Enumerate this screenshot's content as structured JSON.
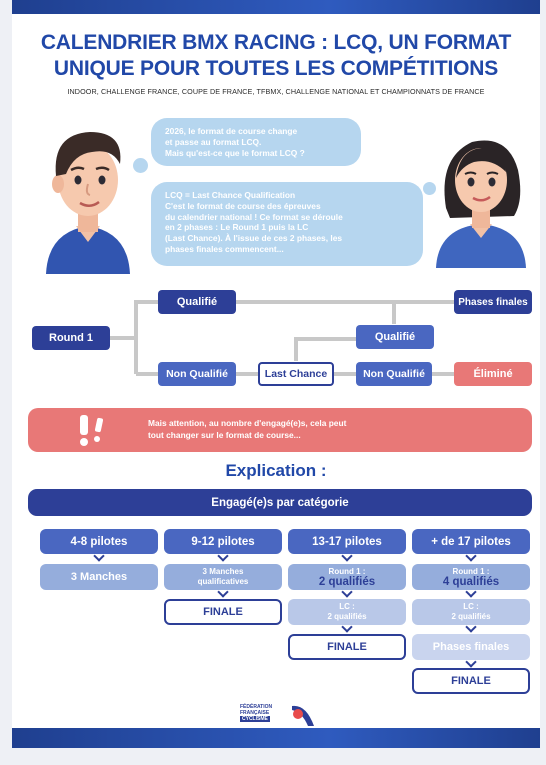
{
  "header": {
    "title_line1": "CALENDRIER BMX RACING : LCQ, UN FORMAT",
    "title_line2": "UNIQUE POUR TOUTES LES COMPÉTITIONS",
    "subtitle": "INDOOR, CHALLENGE FRANCE, COUPE DE FRANCE, TFBMX, CHALLENGE NATIONAL ET CHAMPIONNATS DE FRANCE"
  },
  "dialogue": {
    "question": [
      "2026, le format de course change",
      "et passe au format LCQ.",
      "Mais qu'est-ce que le format LCQ ?"
    ],
    "answer": [
      "LCQ = Last Chance Qualification",
      "C'est le format de course des épreuves",
      "du calendrier national ! Ce format se déroule",
      "en 2 phases : Le Round 1 puis la LC",
      "(Last Chance). À l'issue de ces 2 phases, les",
      "phases finales commencent..."
    ]
  },
  "flow": {
    "round1": "Round 1",
    "qualifie": "Qualifié",
    "phases_finales": "Phases finales",
    "qualifie_lc": "Qualifié",
    "non_qualifie_1": "Non Qualifié",
    "last_chance": "Last Chance",
    "non_qualifie_2": "Non Qualifié",
    "elimine": "Éliminé"
  },
  "warning": {
    "icon_text": "!",
    "text_line1": "Mais attention, au nombre d'engagé(e)s, cela peut",
    "text_line2": "tout changer sur le format de course..."
  },
  "explanation": {
    "title": "Explication :",
    "bar": "Engagé(e)s par catégorie",
    "columns": [
      {
        "header": "4-8 pilotes",
        "step1": "3 Manches"
      },
      {
        "header": "9-12 pilotes",
        "step1_a": "3 Manches",
        "step1_b": "qualificatives",
        "step2": "FINALE"
      },
      {
        "header": "13-17 pilotes",
        "r1_label": "Round 1 :",
        "r1_value": "2 qualifiés",
        "lc_label": "LC :",
        "lc_value": "2 qualifiés",
        "final": "FINALE"
      },
      {
        "header": "+ de 17 pilotes",
        "r1_label": "Round 1 :",
        "r1_value": "4 qualifiés",
        "lc_label": "LC :",
        "lc_value": "2 qualifiés",
        "phases": "Phases finales",
        "final": "FINALE"
      }
    ]
  },
  "footer": {
    "logo_line1": "FÉDÉRATION",
    "logo_line2": "FRANÇAISE",
    "logo_line3": "CYCLISME"
  }
}
